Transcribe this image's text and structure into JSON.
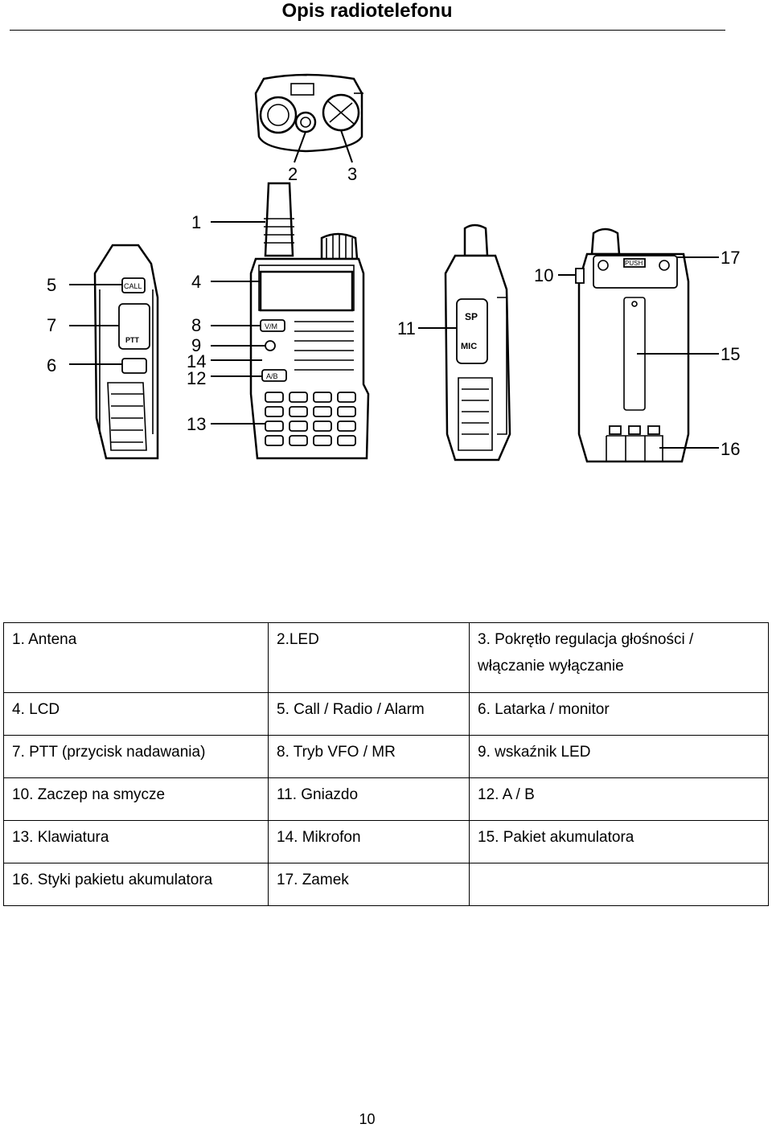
{
  "page": {
    "title": "Opis radiotelefonu",
    "page_number": "10"
  },
  "diagram": {
    "callouts": [
      "1",
      "2",
      "3",
      "4",
      "5",
      "6",
      "7",
      "8",
      "9",
      "10",
      "11",
      "12",
      "13",
      "14",
      "15",
      "16",
      "17"
    ],
    "printed_text": {
      "call": "CALL",
      "ptt": "PTT",
      "vm": "V/M",
      "ab": "A/B",
      "sp": "SP",
      "mic": "MIC",
      "push": "PUSH"
    }
  },
  "table": {
    "rows": [
      [
        "1. Antena",
        "2.LED",
        "3. Pokrętło regulacja głośności / włączanie wyłączanie"
      ],
      [
        "4. LCD",
        "5. Call / Radio / Alarm",
        "6. Latarka / monitor"
      ],
      [
        "7. PTT (przycisk nadawania)",
        "8. Tryb VFO / MR",
        "9. wskaźnik LED"
      ],
      [
        "10. Zaczep na smycze",
        "11. Gniazdo",
        "12.  A / B"
      ],
      [
        "13. Klawiatura",
        "14. Mikrofon",
        "15. Pakiet akumulatora"
      ],
      [
        "16. Styki pakietu akumulatora",
        "17.  Zamek",
        ""
      ]
    ]
  }
}
